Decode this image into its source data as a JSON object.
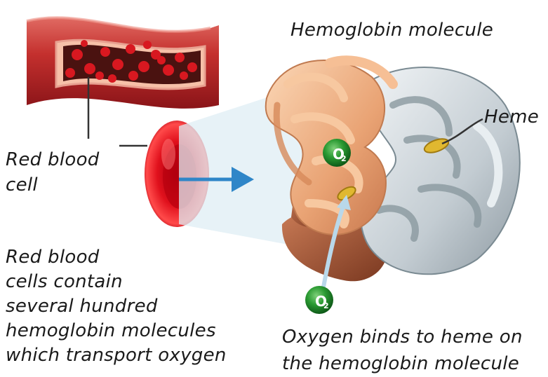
{
  "labels": {
    "hemoglobin_molecule": "Hemoglobin molecule",
    "heme": "Heme",
    "red_blood_cell": [
      "Red blood",
      "cell"
    ],
    "summary": [
      "Red blood",
      "cells contain",
      "several hundred",
      "hemoglobin molecules",
      "which transport oxygen"
    ],
    "oxygen_binds": [
      "Oxygen binds to heme on",
      "the hemoglobin molecule"
    ]
  },
  "o2_badges": [
    "O",
    "2"
  ],
  "colors": {
    "vessel": "#b8282c",
    "blood_cell": "#d8141c",
    "arrow": "#2f86c8",
    "protein_tan": "#e8a878",
    "protein_gray": "#c4cdd2",
    "protein_brown": "#a8583a",
    "heme": "#e0b830",
    "o2_green": "#1f8a2a"
  }
}
